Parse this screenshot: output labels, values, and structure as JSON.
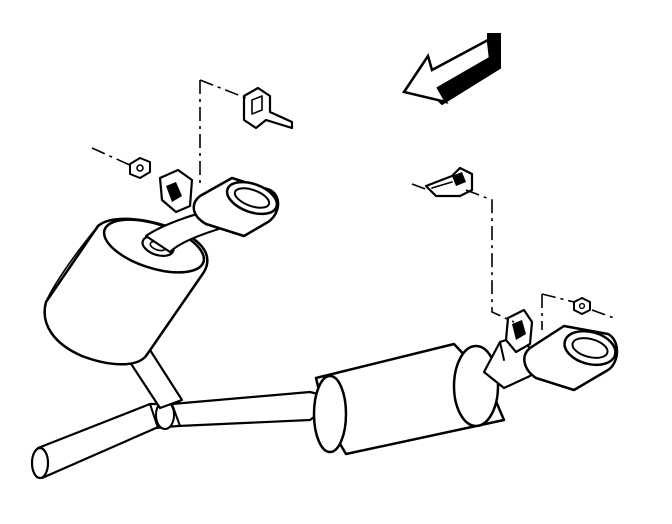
{
  "diagram": {
    "subject": "exhaust-system-muffler-and-tailpipe-assembly",
    "direction_indicator": "front-of-vehicle-arrow",
    "colors": {
      "line": "#000000",
      "background": "#ffffff",
      "arrow_fill": "#000000"
    },
    "components": [
      "left-muffler",
      "right-muffler",
      "intermediate-pipe",
      "left-tailpipe-tip",
      "right-tailpipe-tip",
      "left-hanger-bracket",
      "right-hanger-bracket",
      "left-rubber-insulator",
      "right-rubber-insulator",
      "left-nut",
      "right-nut"
    ]
  }
}
